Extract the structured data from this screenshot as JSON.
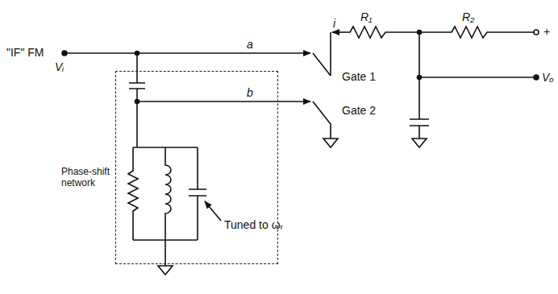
{
  "diagram": {
    "nodes": [
      {
        "text": [
          "Phase-shift network"
        ]
      }
    ],
    "labels": [
      "\"IF\" FM",
      "Vᵢ",
      "a",
      "b",
      "Gate 1",
      "Gate 2",
      "i",
      "R₁",
      "R₂",
      "+",
      "Vₒ",
      "Tuned to ωᵣ"
    ]
  }
}
